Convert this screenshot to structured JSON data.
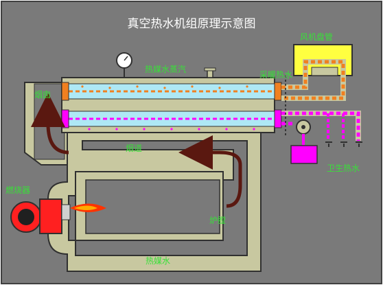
{
  "title": "真空热水机组原理示意图",
  "labels": {
    "fan_coil": "风机盘管",
    "heat_medium_steam": "热媒水蒸汽",
    "heating_water": "采暖热水",
    "chimney": "烟囱",
    "flue": "烟道",
    "burner": "燃烧器",
    "furnace": "炉膛",
    "heat_medium_water": "热媒水",
    "domestic_hot_water": "卫生热水"
  },
  "colors": {
    "frame_bg": "#7a7a7a",
    "water_body": "#c8c8a0",
    "title_text": "#ffffff",
    "label_text": "#38e038",
    "pipe_magenta": "#ff00ff",
    "pipe_orange": "#f08020",
    "tube_band": "#aee8f5",
    "fan_coil_box": "#ffff40",
    "burner_red": "#ff2020",
    "flame": "#ff3300",
    "arrow_brown": "#5a1810",
    "border_dark": "#303030"
  }
}
